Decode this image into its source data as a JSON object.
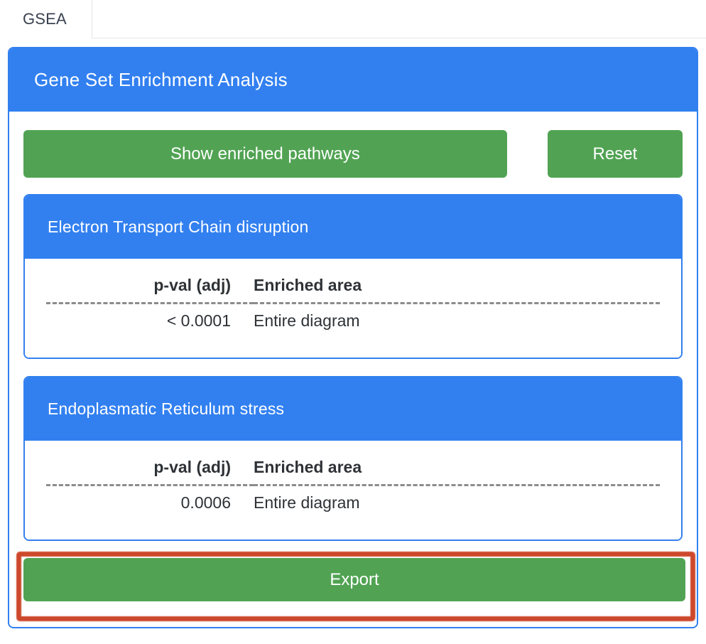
{
  "tabs": [
    {
      "label": "GSEA",
      "active": true
    }
  ],
  "panel": {
    "title": "Gene Set Enrichment Analysis",
    "accent_color": "#3280f0",
    "button_color": "#51a353",
    "highlight_color": "#c9391a"
  },
  "toolbar": {
    "show_label": "Show enriched pathways",
    "reset_label": "Reset"
  },
  "table_headers": {
    "pval": "p-val (adj)",
    "area": "Enriched area"
  },
  "pathways": [
    {
      "title": "Electron Transport Chain disruption",
      "pval": "< 0.0001",
      "area": "Entire diagram"
    },
    {
      "title": "Endoplasmatic Reticulum stress",
      "pval": "0.0006",
      "area": "Entire diagram"
    }
  ],
  "export": {
    "label": "Export",
    "highlighted": true
  }
}
